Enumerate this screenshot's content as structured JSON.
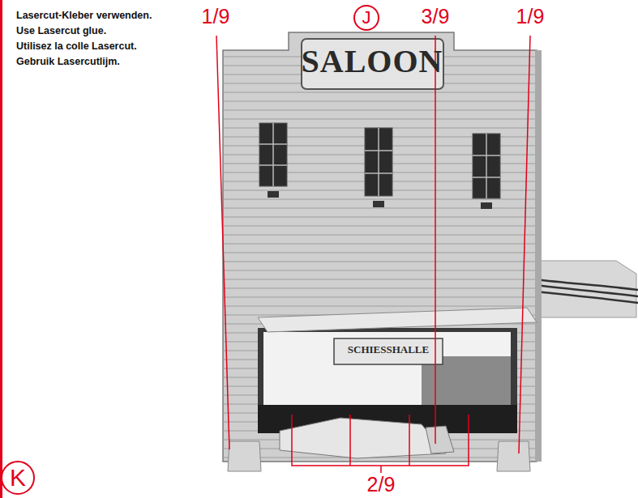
{
  "diagram": {
    "nodes": [
      {
        "text": [
          "J"
        ]
      },
      {
        "text": [
          "K"
        ]
      }
    ],
    "labels": [
      "Lasercut-Kleber verwenden.",
      "Use Lasercut glue.",
      "Utilisez la colle Lasercut.",
      "Gebruik Lasercutlijm.",
      "1/9",
      "3/9",
      "1/9",
      "2/9",
      "SALOON",
      "SCHIESSHALLE"
    ]
  }
}
